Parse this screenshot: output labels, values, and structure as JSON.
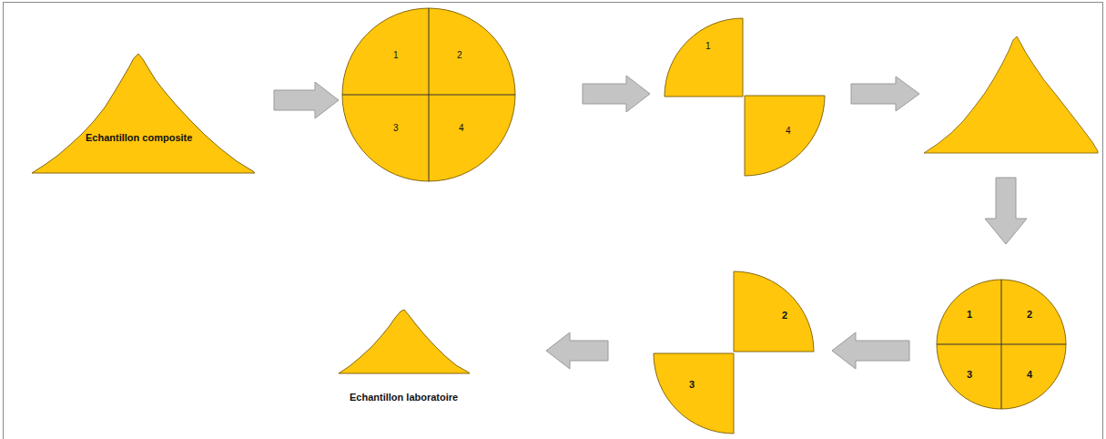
{
  "diagram": {
    "nodes": [
      {
        "text": [
          "Echantillon composite"
        ]
      },
      {
        "text": [
          "1",
          "2",
          "3",
          "4"
        ]
      },
      {
        "text": [
          "1"
        ]
      },
      {
        "text": [
          "4"
        ]
      },
      {
        "text": [
          "1",
          "2",
          "3",
          "4"
        ]
      },
      {
        "text": [
          "2"
        ]
      },
      {
        "text": [
          "3"
        ]
      },
      {
        "text": [
          "Echantillon laboratoire"
        ]
      }
    ],
    "edges": [
      {
        "from": 0,
        "to": 1,
        "arrow": "to"
      },
      {
        "from": 1,
        "to": 2,
        "arrow": "to"
      },
      {
        "from": 4,
        "to": 5,
        "arrow": "to"
      },
      {
        "from": 6,
        "to": 7,
        "arrow": "to"
      }
    ]
  }
}
